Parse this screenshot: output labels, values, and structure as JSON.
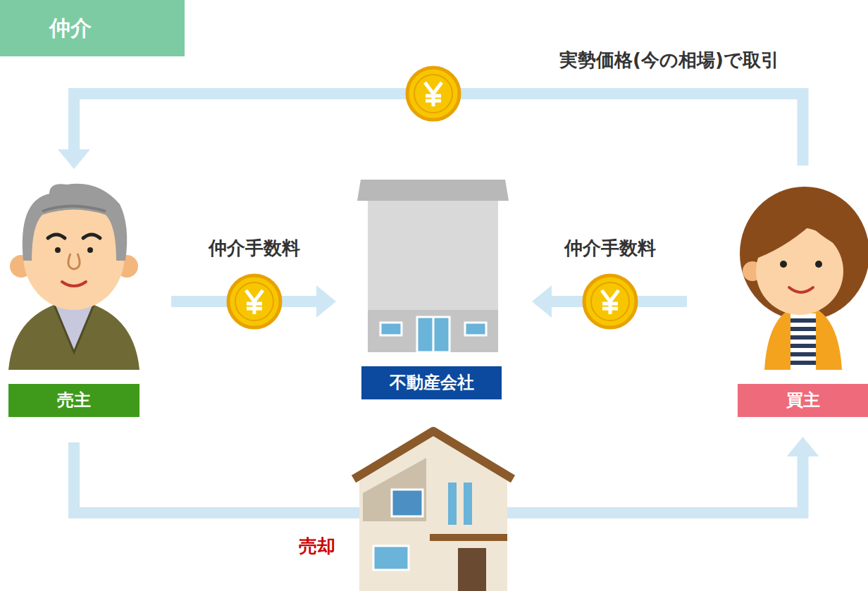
{
  "diagram": {
    "title": "仲介",
    "nodes": [
      {
        "text": [
          "売主"
        ]
      },
      {
        "text": [
          "不動産会社"
        ]
      },
      {
        "text": [
          "買主"
        ]
      }
    ],
    "edges": [
      {
        "from": 0,
        "to": 1,
        "label": "仲介手数料",
        "arrow": "to"
      },
      {
        "from": 2,
        "to": 1,
        "label": "仲介手数料",
        "arrow": "to"
      },
      {
        "from": 2,
        "to": 0,
        "label": "実勢価格(今の相場)で取引",
        "arrow": "to"
      },
      {
        "from": 0,
        "to": 2,
        "label": "売却",
        "arrow": "to"
      }
    ]
  }
}
